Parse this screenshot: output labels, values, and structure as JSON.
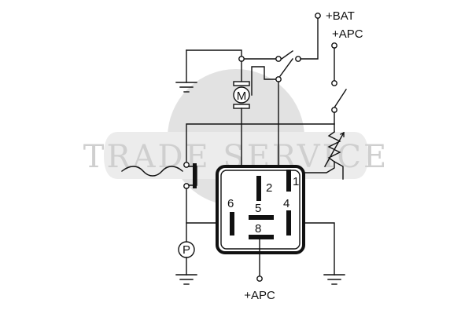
{
  "watermark": {
    "text": "TRADE SERVICE",
    "color": "#d9d9d9"
  },
  "supply": {
    "bat": "+BAT",
    "apc_top": "+APC",
    "apc_bottom": "+APC"
  },
  "motor": {
    "letter": "M"
  },
  "pressure_switch": {
    "letter": "P"
  },
  "module": {
    "pins": [
      "1",
      "2",
      "4",
      "5",
      "6",
      "8"
    ]
  },
  "colors": {
    "line": "#111111",
    "watermark": "#d9d9d9",
    "background": "#ffffff"
  }
}
